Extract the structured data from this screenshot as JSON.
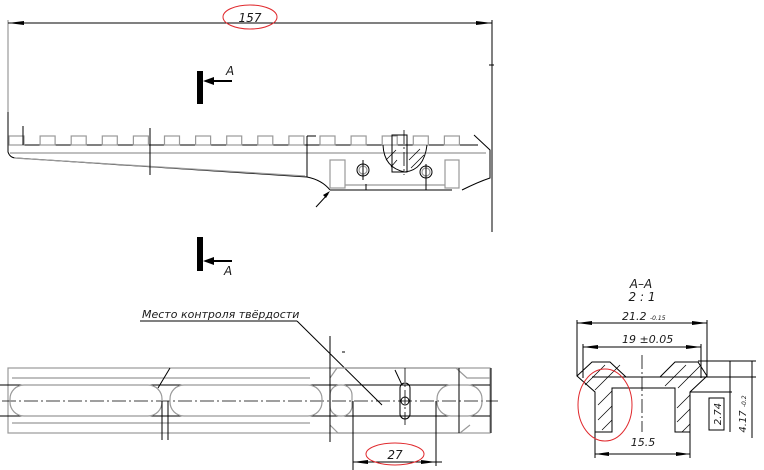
{
  "drawing": {
    "overall_length": "157",
    "section_marker_top": "A",
    "section_marker_bottom": "A",
    "hardness_note": "Место контроля твёрдости",
    "slot_spacing": "27",
    "section": {
      "title": "A–A",
      "scale": "2 : 1",
      "width_outer": "21.2",
      "width_outer_tol": "-0.15",
      "width_inner": "19 ±0.05",
      "base_width": "15.5",
      "height_ref": "2.74",
      "height_total": "4.17",
      "height_total_tol": "-0.2"
    },
    "highlight_color": "#e0282c"
  }
}
